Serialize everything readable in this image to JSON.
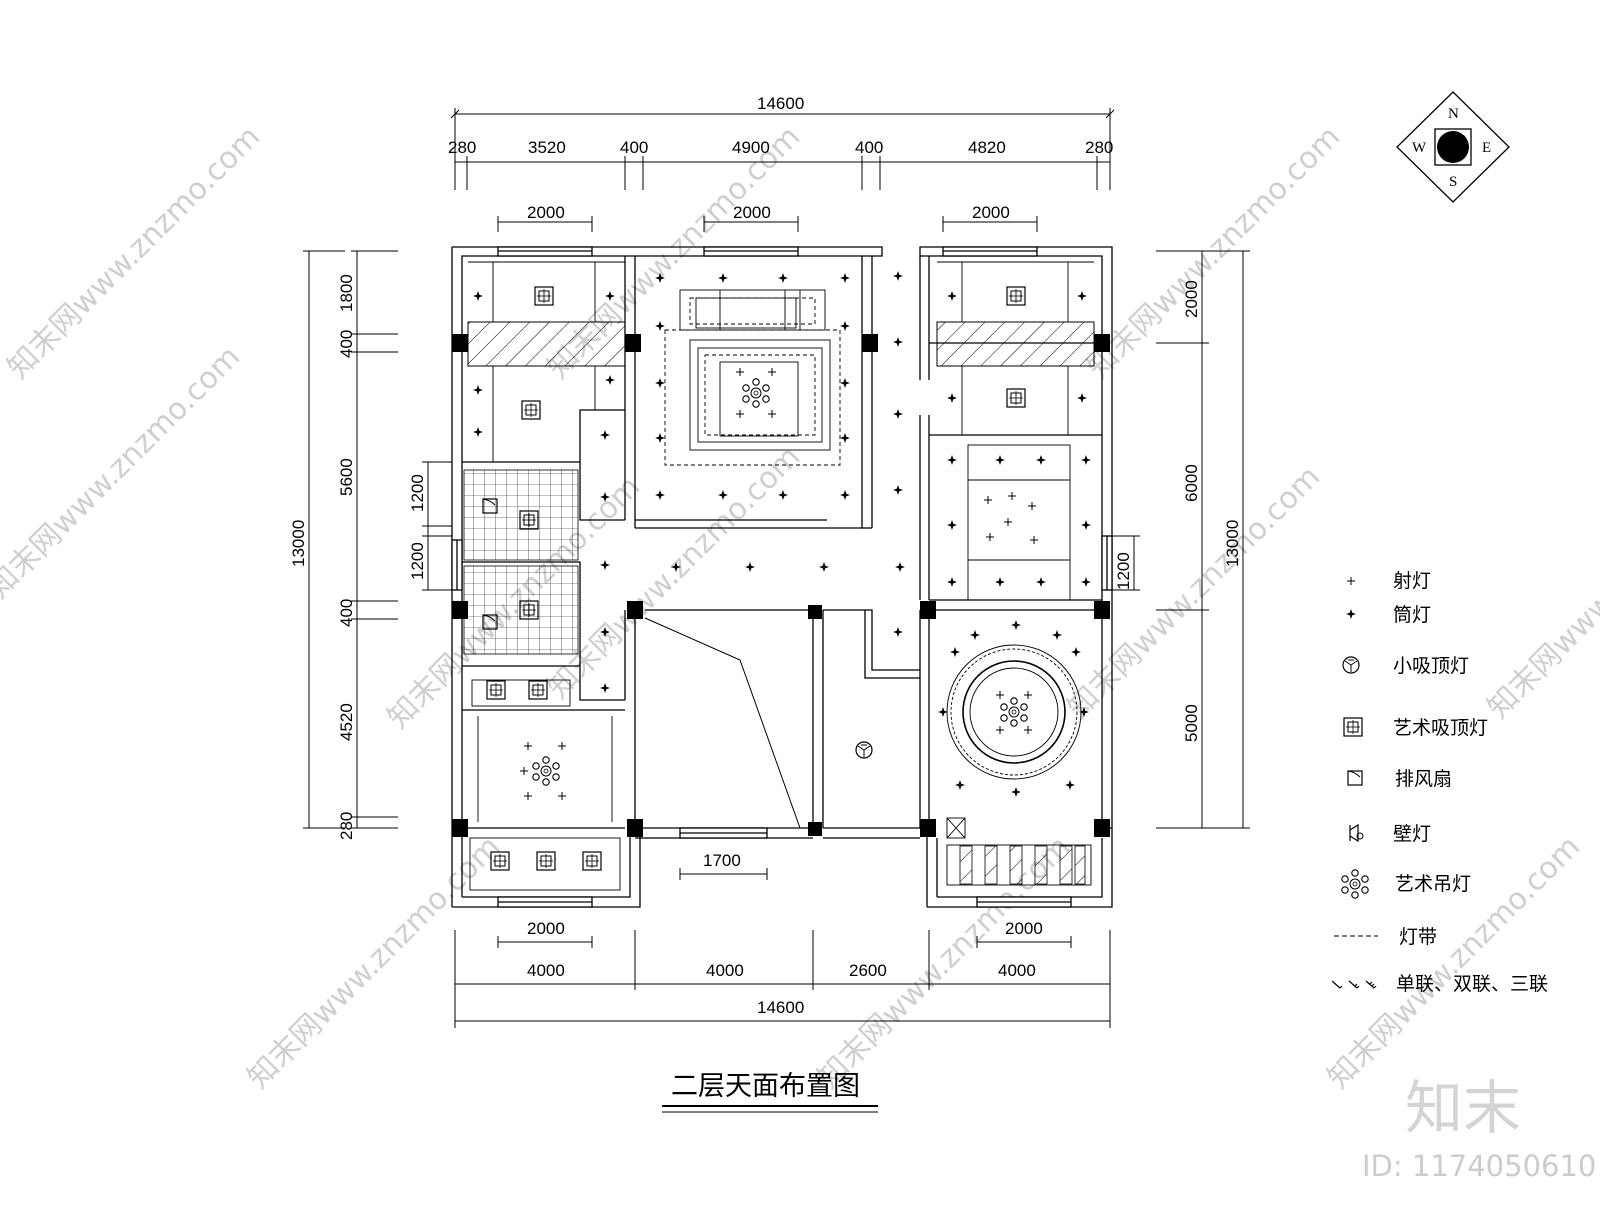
{
  "drawing_title": "二层天面布置图",
  "dimensions": {
    "top_total": "14600",
    "top_segments": [
      "280",
      "3520",
      "400",
      "4900",
      "400",
      "4820",
      "280"
    ],
    "top_windows": [
      "2000",
      "2000",
      "2000"
    ],
    "left_total": "13000",
    "left_segments": [
      "1800",
      "400",
      "5600",
      "400",
      "4520",
      "280"
    ],
    "left_windows": [
      "1200",
      "1200"
    ],
    "right_total": "13000",
    "right_segments": [
      "2000",
      "6000",
      "5000"
    ],
    "right_window": "1200",
    "door_opening": "1700",
    "bottom_windows": [
      "2000",
      "2000"
    ],
    "bottom_segments": [
      "4000",
      "4000",
      "2600",
      "4000"
    ],
    "bottom_total": "14600"
  },
  "compass": {
    "n": "N",
    "s": "S",
    "e": "E",
    "w": "W"
  },
  "legend": [
    {
      "symbol": "spotlight-icon",
      "label": "射灯"
    },
    {
      "symbol": "downlight-icon",
      "label": "筒灯"
    },
    {
      "symbol": "small-ceiling-lamp-icon",
      "label": "小吸顶灯"
    },
    {
      "symbol": "art-ceiling-lamp-icon",
      "label": "艺术吸顶灯"
    },
    {
      "symbol": "exhaust-fan-icon",
      "label": "排风扇"
    },
    {
      "symbol": "wall-lamp-icon",
      "label": "壁灯"
    },
    {
      "symbol": "art-chandelier-icon",
      "label": "艺术吊灯"
    },
    {
      "symbol": "light-strip-icon",
      "label": "灯带"
    },
    {
      "symbol": "switch-icon",
      "label": "单联、双联、三联"
    }
  ],
  "watermark": {
    "text": "知末网www.znzmo.com",
    "logo": "知末",
    "id": "ID: 1174050610"
  }
}
